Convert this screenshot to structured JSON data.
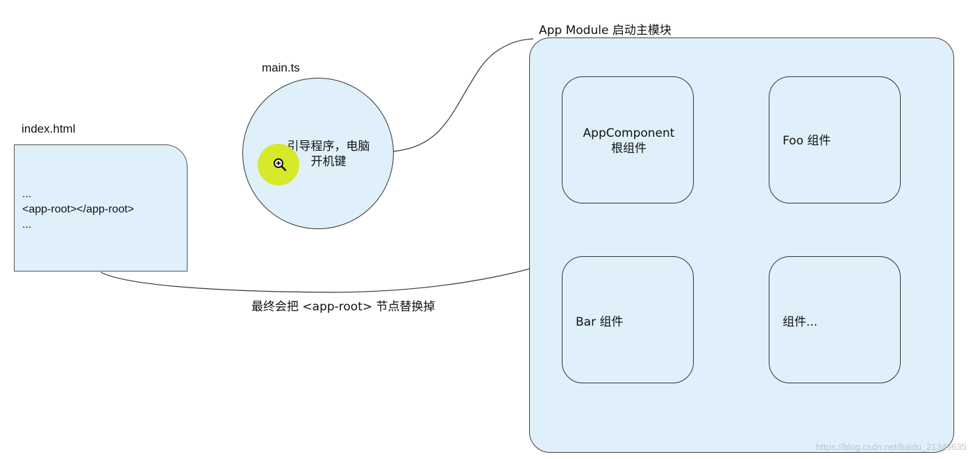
{
  "labels": {
    "index_title": "index.html",
    "main_title": "main.ts",
    "module_title": "App Module 启动主模块",
    "bottom_note": "最终会把 <app-root> 节点替换掉"
  },
  "index_box": {
    "lines": [
      "...",
      "<app-root></app-root>",
      "..."
    ]
  },
  "main_circle": {
    "line1": "引导程序，电脑",
    "line2": "开机键"
  },
  "components": {
    "app": {
      "line1": "AppComponent",
      "line2": "根组件"
    },
    "foo": {
      "label": "Foo 组件"
    },
    "bar": {
      "label": "Bar 组件"
    },
    "more": {
      "label": "组件..."
    }
  },
  "watermark": "https://blog.csdn.net/baidu_21349635",
  "colors": {
    "box_fill": "#dff0fb",
    "stroke": "#333333",
    "cursor_highlight": "#d6e814"
  },
  "icons": {
    "cursor": "zoom-in-icon"
  }
}
